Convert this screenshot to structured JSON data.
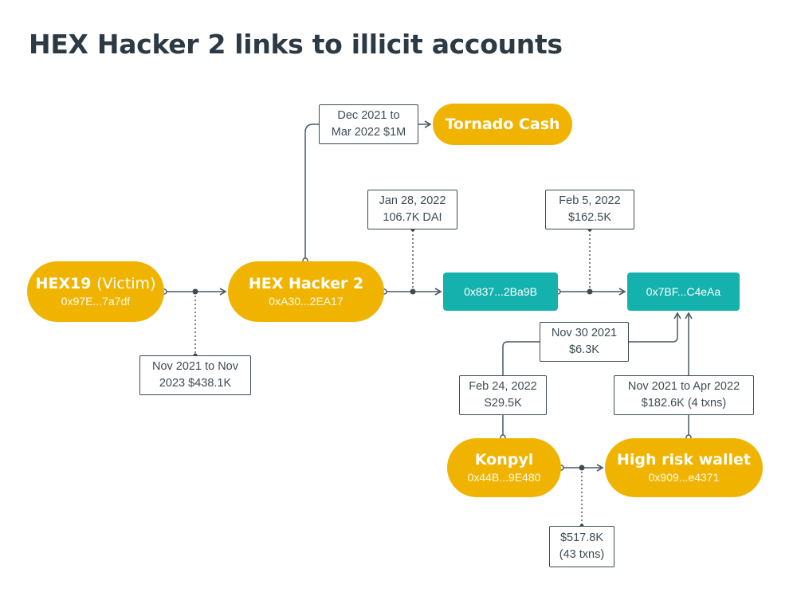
{
  "title": "HEX Hacker 2 links to illicit accounts",
  "nodes": {
    "hex19": {
      "name": "HEX19",
      "name_suffix": "(Victim)",
      "address": "0x97E...7a7df"
    },
    "hex_hacker": {
      "name": "HEX Hacker 2",
      "address": "0xA30...2EA17"
    },
    "tornado": {
      "name": "Tornado Cash"
    },
    "wallet_837": {
      "address": "0x837...2Ba9B"
    },
    "wallet_7bf": {
      "address": "0x7BF...C4eAa"
    },
    "konpyl": {
      "name": "Konpyl",
      "address": "0x44B...9E480"
    },
    "high_risk": {
      "name": "High risk wallet",
      "address": "0x909...e4371"
    }
  },
  "edge_labels": {
    "victim_to_hacker": {
      "line1": "Nov 2021 to Nov",
      "line2": "2023 $438.1K"
    },
    "hacker_to_tornado": {
      "line1": "Dec 2021 to",
      "line2": "Mar 2022 $1M"
    },
    "hacker_to_837": {
      "line1": "Jan 28, 2022",
      "line2": "106.7K DAI"
    },
    "837_to_7bf": {
      "line1": "Feb 5, 2022",
      "line2": "$162.5K"
    },
    "konpyl_to_7bf": {
      "line1": "Nov 30 2021",
      "line2": "$6.3K"
    },
    "7bf_to_konpyl": {
      "line1": "Feb 24, 2022",
      "line2": "S29.5K"
    },
    "highrisk_to_7bf": {
      "line1": "Nov 2021 to Apr 2022",
      "line2": "$182.6K (4 txns)"
    },
    "konpyl_to_highrisk": {
      "line1": "$517.8K",
      "line2": "(43 txns)"
    }
  },
  "colors": {
    "entity": "#f0b400",
    "wallet": "#14b1ad",
    "line": "#4a5a66",
    "title": "#2b3a44"
  }
}
